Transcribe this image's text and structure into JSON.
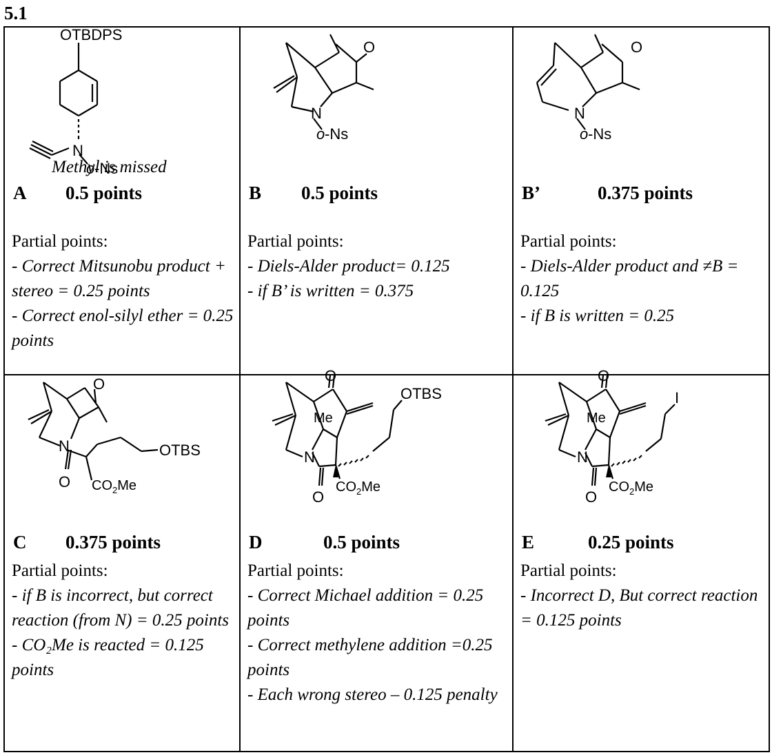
{
  "section_number": "5.1",
  "cells": [
    {
      "letter": "A",
      "points": "0.5 points",
      "note": "Methyl is missed",
      "structure_labels": [
        "OTBDPS",
        "N",
        "o",
        "-Ns"
      ],
      "partial_label": "Partial points:",
      "partial_lines": [
        "- Correct Mitsunobu product + stereo = 0.25 points",
        "- Correct enol-silyl ether =  0.25 points"
      ]
    },
    {
      "letter": "B",
      "points": "0.5 points",
      "structure_labels": [
        "O",
        "N",
        "o",
        "-Ns"
      ],
      "partial_label": "Partial points:",
      "partial_lines": [
        "- Diels-Alder product= 0.125",
        "- if B’ is written = 0.375"
      ]
    },
    {
      "letter": "B’",
      "points": "0.375 points",
      "structure_labels": [
        "O",
        "N",
        "o",
        "-Ns"
      ],
      "partial_label": "Partial points:",
      "partial_lines": [
        "- Diels-Alder product and ≠B  = 0.125",
        "- if B is written = 0.25"
      ]
    },
    {
      "letter": "C",
      "points": "0.375 points",
      "structure_labels": [
        "O",
        "N",
        "OTBS",
        "O",
        "CO",
        "2",
        "Me"
      ],
      "partial_label": "Partial points:",
      "partial_lines": [
        "- if B is incorrect, but correct reaction (from N) = 0.25 points",
        "- CO₂Me is reacted = 0.125 points"
      ]
    },
    {
      "letter": "D",
      "points": "0.5 points",
      "structure_labels": [
        "O",
        "Me",
        "OTBS",
        "N",
        "O",
        "CO",
        "2",
        "Me"
      ],
      "partial_label": "Partial points:",
      "partial_lines": [
        "- Correct Michael addition = 0.25 points",
        "- Correct methylene addition =0.25 points",
        " - Each wrong stereo – 0.125 penalty"
      ]
    },
    {
      "letter": "E",
      "points": "0.25 points",
      "structure_labels": [
        "O",
        "Me",
        "I",
        "N",
        "O",
        "CO",
        "2",
        "Me"
      ],
      "partial_label": "Partial points:",
      "partial_lines": [
        "- Incorrect D, But correct reaction = 0.125 points"
      ]
    }
  ]
}
